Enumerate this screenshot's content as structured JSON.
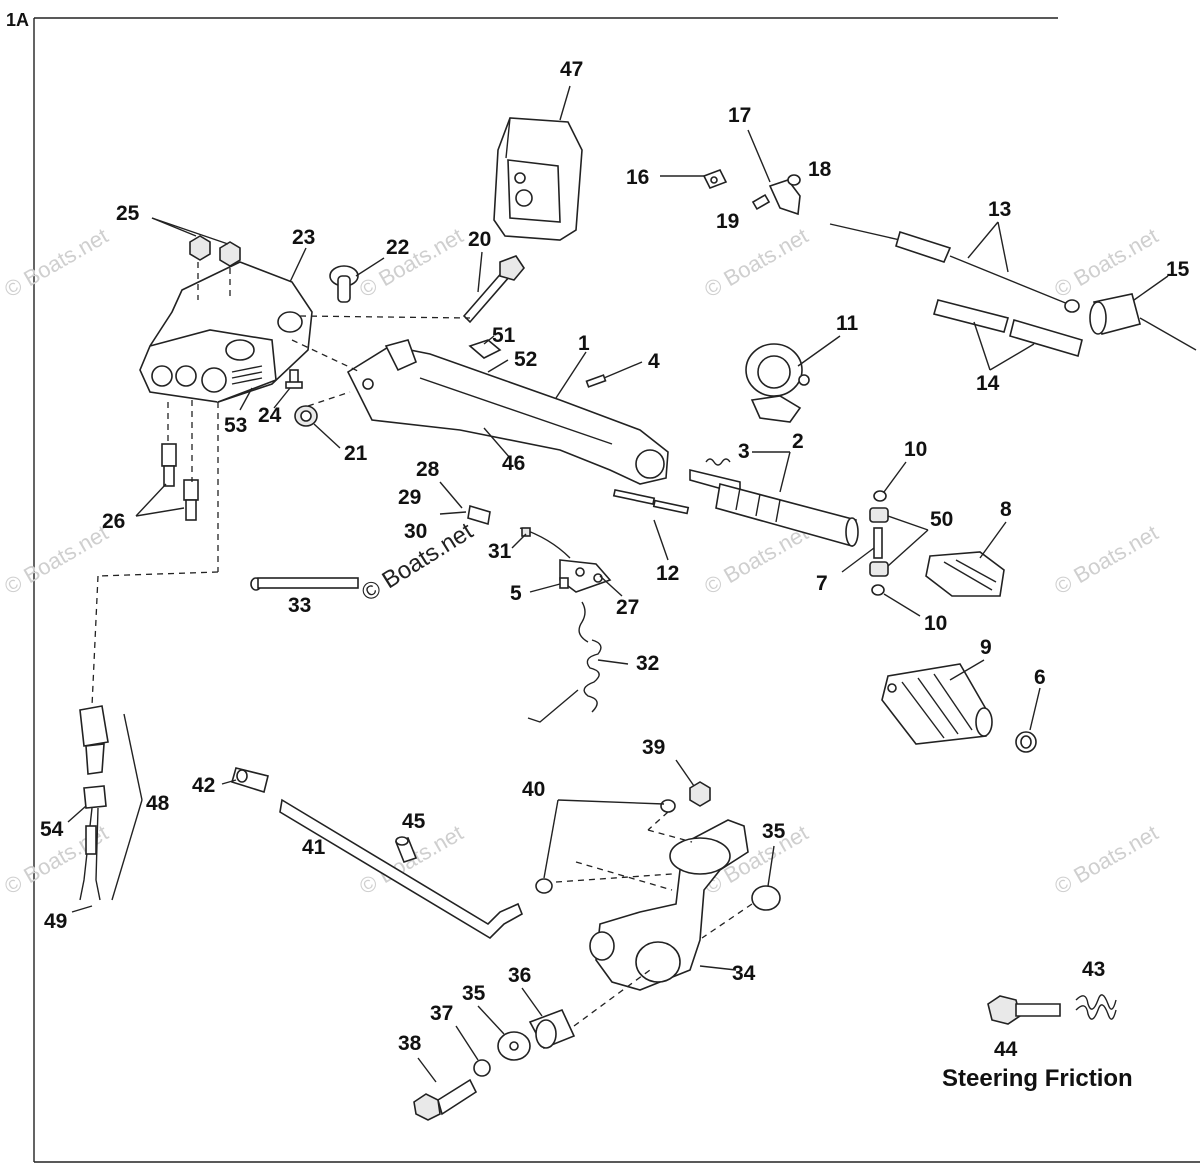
{
  "figure_id": "1A",
  "caption": "Steering Friction",
  "watermark": "© Boats.net",
  "part_numbers": [
    "1",
    "2",
    "3",
    "4",
    "5",
    "6",
    "7",
    "8",
    "9",
    "10",
    "10",
    "11",
    "12",
    "13",
    "14",
    "15",
    "16",
    "17",
    "18",
    "19",
    "20",
    "21",
    "22",
    "23",
    "24",
    "25",
    "26",
    "27",
    "28",
    "29",
    "30",
    "31",
    "32",
    "33",
    "34",
    "35",
    "35",
    "36",
    "37",
    "38",
    "39",
    "40",
    "41",
    "42",
    "43",
    "44",
    "45",
    "46",
    "47",
    "48",
    "49",
    "50",
    "51",
    "52",
    "53",
    "54"
  ]
}
